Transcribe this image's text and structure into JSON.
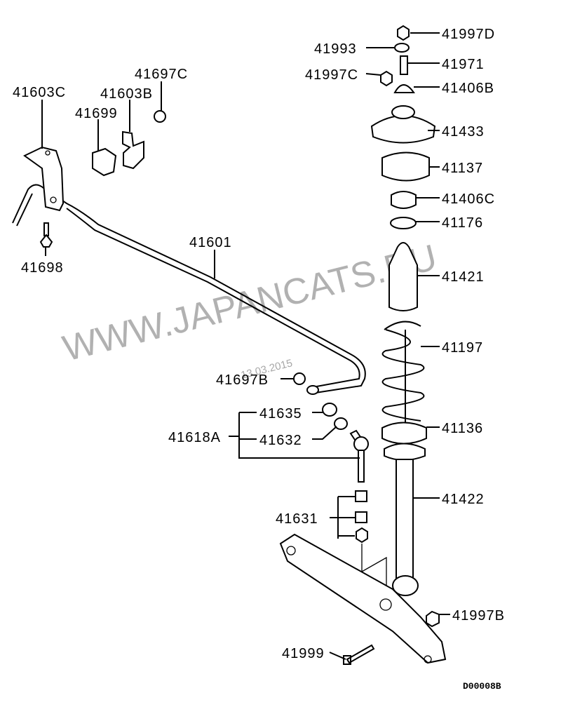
{
  "parts": {
    "p41997D": "41997D",
    "p41993": "41993",
    "p41971": "41971",
    "p41997C": "41997C",
    "p41406B": "41406B",
    "p41433": "41433",
    "p41137": "41137",
    "p41406C": "41406C",
    "p41176": "41176",
    "p41421": "41421",
    "p41197": "41197",
    "p41136": "41136",
    "p41422": "41422",
    "p41997B": "41997B",
    "p41999": "41999",
    "p41631": "41631",
    "p41618A": "41618A",
    "p41635": "41635",
    "p41632": "41632",
    "p41697B": "41697B",
    "p41601": "41601",
    "p41603C": "41603C",
    "p41603B": "41603B",
    "p41697C": "41697C",
    "p41699": "41699",
    "p41698": "41698"
  },
  "diagram_code": "D00008B",
  "watermark": "WWW.JAPANCATS.RU",
  "date_stamp": "13.03.2015"
}
